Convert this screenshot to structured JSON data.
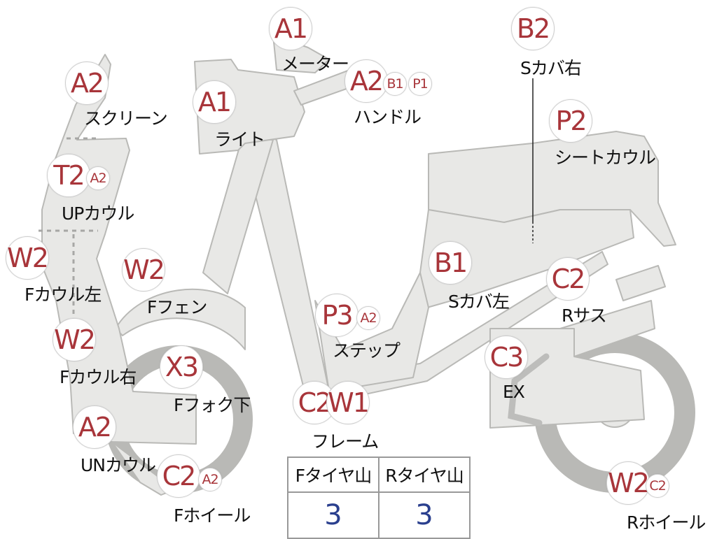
{
  "parts": [
    {
      "badges": [
        "A1"
      ],
      "label": "メーター"
    },
    {
      "badges": [
        "A1"
      ],
      "label": "ライト"
    },
    {
      "badges": [
        "A2",
        "B1",
        "P1"
      ],
      "label": "ハンドル"
    },
    {
      "badges": [
        "B2"
      ],
      "label": "Sカバ右"
    },
    {
      "badges": [
        "A2"
      ],
      "label": "スクリーン"
    },
    {
      "badges": [
        "P2"
      ],
      "label": "シートカウル"
    },
    {
      "badges": [
        "T2",
        "A2"
      ],
      "label": "UPカウル"
    },
    {
      "badges": [
        "W2"
      ],
      "label": "Fカウル左"
    },
    {
      "badges": [
        "W2"
      ],
      "label": "Fフェン"
    },
    {
      "badges": [
        "B1"
      ],
      "label": "Sカバ左"
    },
    {
      "badges": [
        "C2"
      ],
      "label": "Rサス"
    },
    {
      "badges": [
        "P3",
        "A2"
      ],
      "label": "ステップ"
    },
    {
      "badges": [
        "W2"
      ],
      "label": "Fカウル右"
    },
    {
      "badges": [
        "X3"
      ],
      "label": "Fフォク下"
    },
    {
      "badges": [
        "C3"
      ],
      "label": "EX"
    },
    {
      "badges": [
        "C2",
        "W1"
      ],
      "label": "フレーム"
    },
    {
      "badges": [
        "A2"
      ],
      "label": "UNカウル"
    },
    {
      "badges": [
        "C2",
        "A2"
      ],
      "label": "Fホイール"
    },
    {
      "badges": [
        "W2",
        "C2"
      ],
      "label": "Rホイール"
    }
  ],
  "tire_table": {
    "headers": [
      "Fタイヤ山",
      "Rタイヤ山"
    ],
    "values": [
      "3",
      "3"
    ]
  },
  "colors": {
    "badge_text": "#a8353a",
    "tire_value": "#2a3f8e",
    "part_fill": "#e8e8e6",
    "part_stroke": "#b9b9b6"
  }
}
